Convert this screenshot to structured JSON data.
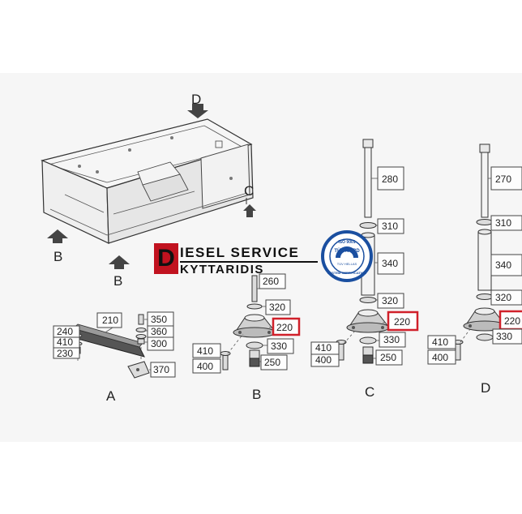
{
  "logo": {
    "mark": "D",
    "line1": "IESEL  SERVICE",
    "line2": "KYTTARIDIS"
  },
  "cert": {
    "top": "ISO 9001",
    "brand": "TÜV NORD",
    "middle": "TÜV HELLAS",
    "bottom": "SYSTEM CERTIFICATION"
  },
  "views": {
    "A": "A",
    "B_left": "B",
    "B_bottom": "B",
    "C_top": "C",
    "D_top": "D",
    "B_section": "B",
    "C_section": "C",
    "D_section": "D"
  },
  "parts": {
    "p210": "210",
    "p350": "350",
    "p360": "360",
    "p300": "300",
    "p240": "240",
    "p410a": "410",
    "p230": "230",
    "p370": "370",
    "p260": "260",
    "p320b": "320",
    "p220b": "220",
    "p330b": "330",
    "p250b": "250",
    "p410b": "410",
    "p400b": "400",
    "p280": "280",
    "p310c": "310",
    "p340c": "340",
    "p320c": "320",
    "p220c": "220",
    "p330c": "330",
    "p250c": "250",
    "p410c": "410",
    "p400c": "400",
    "p270": "270",
    "p310d": "310",
    "p340d": "340",
    "p320d": "320",
    "p220d": "220",
    "p330d": "330",
    "p410d": "410",
    "p400d": "400"
  }
}
